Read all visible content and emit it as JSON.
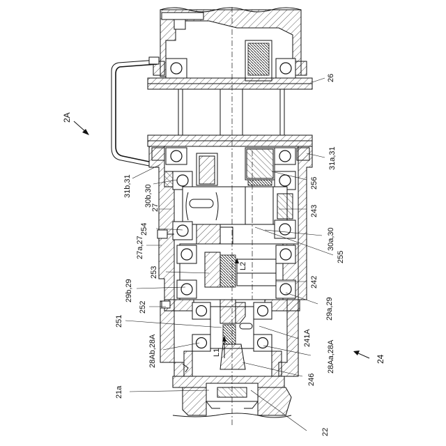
{
  "labels": {
    "fig": "2A",
    "l26": "26",
    "l31a31": "31a,31",
    "l31b31": "31b,31",
    "l30b30": "30b,30",
    "l27": "27",
    "l256": "256",
    "l243": "243",
    "l254": "254",
    "l30a30": "30a,30",
    "l27a27": "27a,27",
    "l255": "255",
    "l253": "253",
    "lL2": "L2",
    "l29b29": "29b,29",
    "l242": "242",
    "l252": "252",
    "l29a29": "29a,29",
    "l251": "251",
    "l241A": "241A",
    "l28Ab28A": "28Ab,28A",
    "l28Aa28A": "28Aa,28A",
    "lL1": "L1",
    "l24": "24",
    "l21a": "21a",
    "l246": "246",
    "l22": "22"
  }
}
